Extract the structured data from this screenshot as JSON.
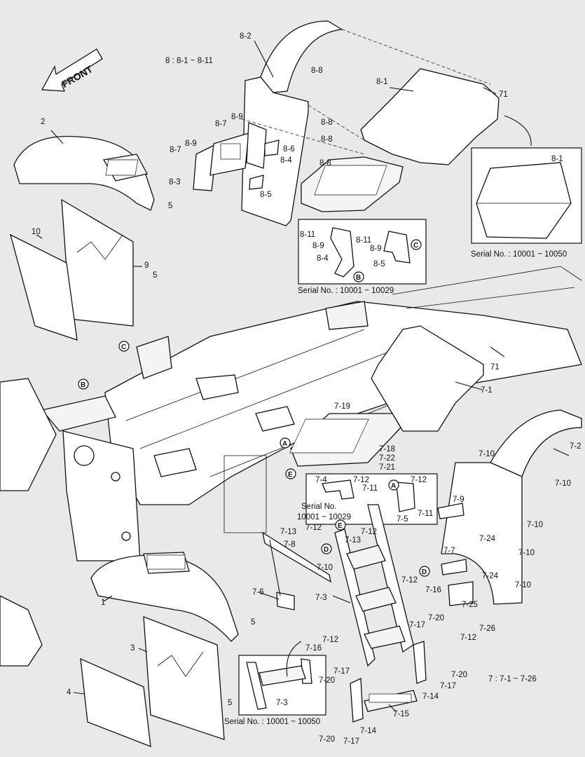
{
  "front_label": "FRONT",
  "legend8": "8  : 8-1 ~ 8-11",
  "legend7": "7  : 7-1 ~ 7-26",
  "inset_captions": {
    "top_right": "Serial No. : 10001 ~ 10050",
    "mid": "Serial No. : 10001 ~ 10029",
    "small_a": "Serial No.",
    "small_b": "10001 ~ 10029",
    "bottom": "Serial No. : 10001 ~ 10050"
  },
  "callouts": [
    "A",
    "B",
    "C",
    "D",
    "E"
  ],
  "part_labels": {
    "p8_2": "8-2",
    "p8_8a": "8-8",
    "p8_1": "8-1",
    "p71a": "71",
    "p8_9a": "8-9",
    "p8_7": "8-7",
    "p8_8b": "8-8",
    "p8_8c": "8-8",
    "p8_7b": "8-7",
    "p8_9b": "8-9",
    "p8_6": "8-6",
    "p8_4": "8-4",
    "p8_8d": "8-8",
    "p8_3": "8-3",
    "p8_5": "8-5",
    "p2": "2",
    "p5a": "5",
    "p10": "10",
    "p9": "9",
    "p5b": "5",
    "p8_11a": "8-11",
    "p8_9c": "8-9",
    "p8_4b": "8-4",
    "p8_11b": "8-11",
    "p8_9d": "8-9",
    "p8_5b": "8-5",
    "p8_1b": "8-1",
    "p71b": "71",
    "p7_1": "7-1",
    "p7_19": "7-19",
    "p7_2": "7-2",
    "p7_18": "7-18",
    "p7_22": "7-22",
    "p7_21": "7-21",
    "p7_10a": "7-10",
    "p7_10b": "7-10",
    "p7_4": "7-4",
    "p7_12a": "7-12",
    "p7_11a": "7-11",
    "p7_12b": "7-12",
    "p7_11b": "7-11",
    "p7_5": "7-5",
    "p7_9": "7-9",
    "p7_10c": "7-10",
    "p7_13a": "7-13",
    "p7_12c": "7-12",
    "p7_12d": "7-12",
    "p7_8": "7-8",
    "p7_13b": "7-13",
    "p7_24a": "7-24",
    "p7_10d": "7-10",
    "p7_10e": "7-10",
    "p7_7": "7-7",
    "p7_24b": "7-24",
    "p7_10f": "7-10",
    "p7_6": "7-6",
    "p7_3": "7-3",
    "p7_12e": "7-12",
    "p7_16a": "7-16",
    "p7_25": "7-25",
    "p7_26": "7-26",
    "p7_12f": "7-12",
    "p7_17a": "7-17",
    "p7_20a": "7-20",
    "p1": "1",
    "p5c": "5",
    "p3": "3",
    "p7_12g": "7-12",
    "p7_16b": "7-16",
    "p7_17b": "7-17",
    "p7_20b": "7-20",
    "p7_20c": "7-20",
    "p7_17c": "7-17",
    "p7_14a": "7-14",
    "p4": "4",
    "p5d": "5",
    "p7_3b": "7-3",
    "p7_15": "7-15",
    "p7_14b": "7-14",
    "p7_20d": "7-20",
    "p7_17d": "7-17"
  }
}
